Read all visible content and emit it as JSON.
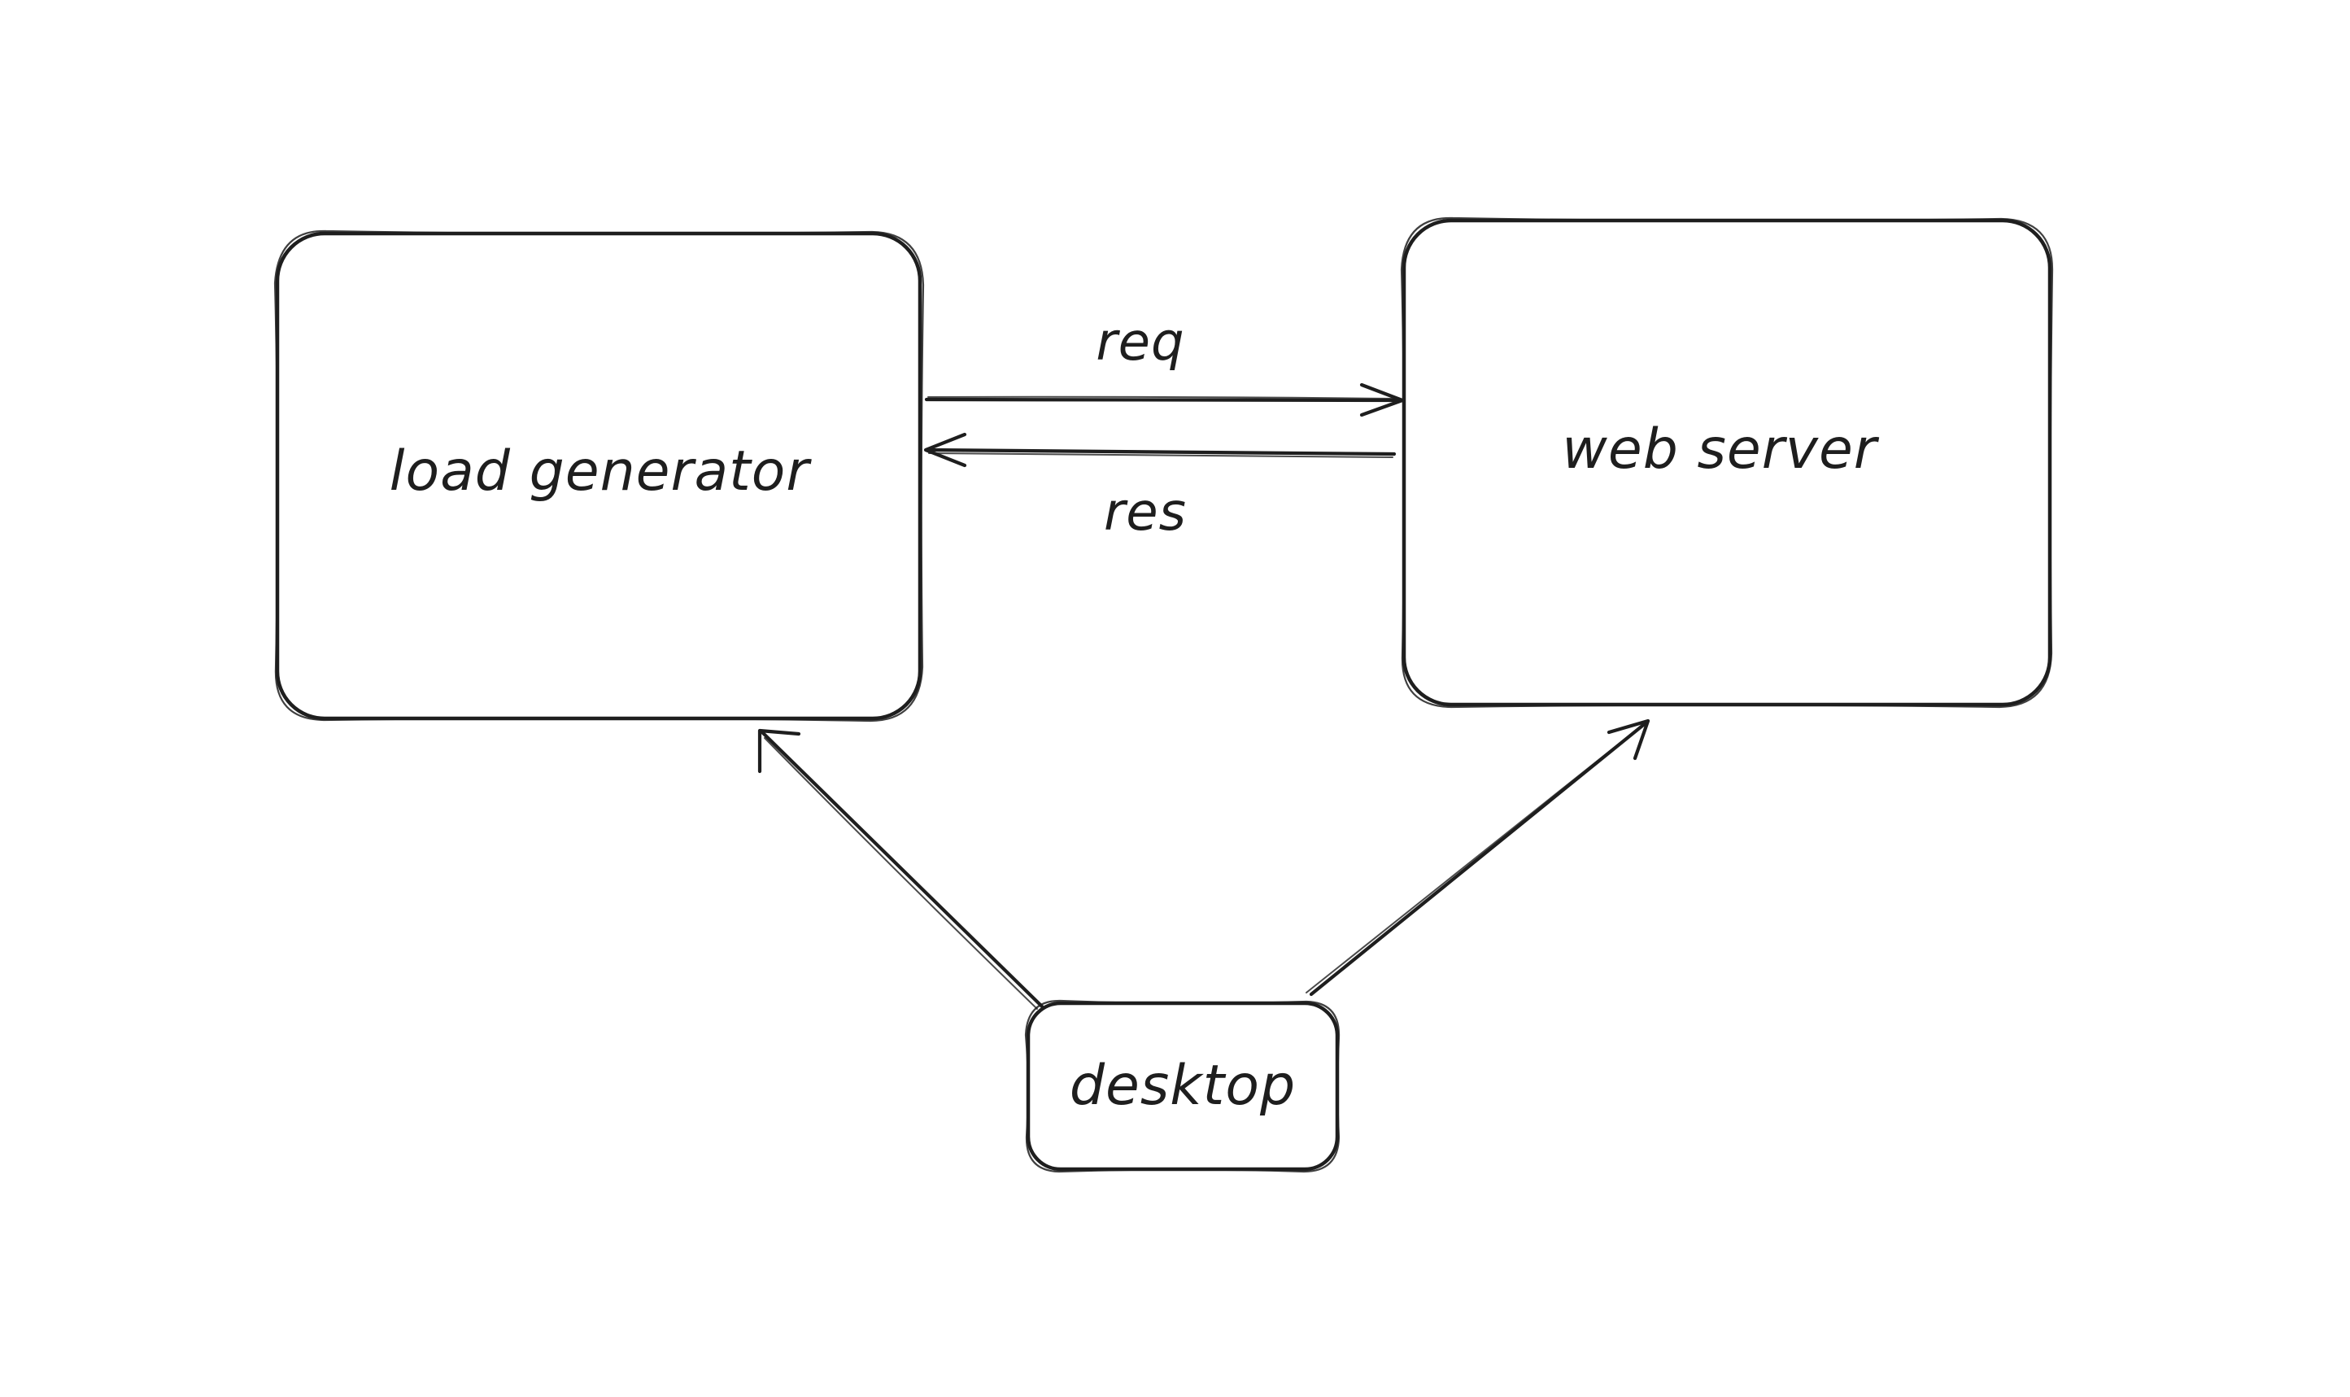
{
  "diagram": {
    "nodes": {
      "load_generator": {
        "label": "load generator"
      },
      "web_server": {
        "label": "web server"
      },
      "desktop": {
        "label": "desktop"
      }
    },
    "edges": {
      "req": {
        "label": "req",
        "from": "load generator",
        "to": "web server"
      },
      "res": {
        "label": "res",
        "from": "web server",
        "to": "load generator"
      },
      "desktop_to_load_generator": {
        "from": "desktop",
        "to": "load generator"
      },
      "desktop_to_web_server": {
        "from": "desktop",
        "to": "web server"
      }
    },
    "colors": {
      "stroke": "#1e1e1e",
      "background": "#ffffff"
    }
  }
}
